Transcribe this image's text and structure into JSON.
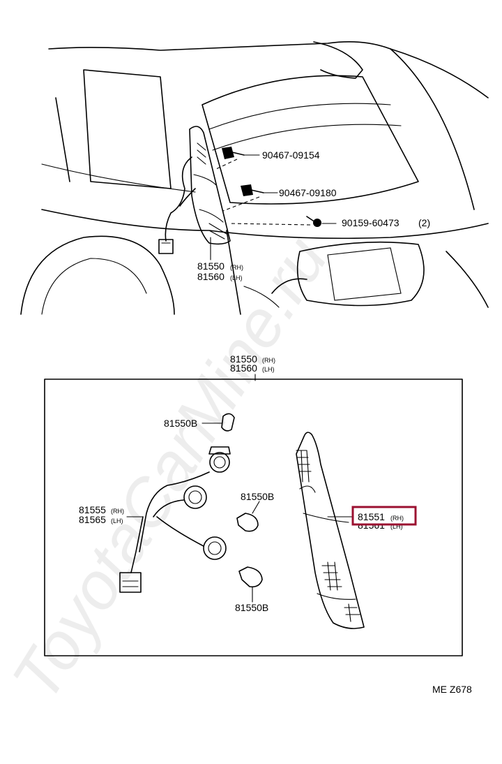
{
  "watermark": "ToyotaCarMine.ru",
  "figure_code": "ME  Z678",
  "highlight_color": "#9b1030",
  "upper_view": {
    "callouts": [
      {
        "part": "90467-09154",
        "qty": ""
      },
      {
        "part": "90467-09180",
        "qty": ""
      },
      {
        "part": "90159-60473",
        "qty": "(2)"
      }
    ],
    "assembly": {
      "rh": "81550",
      "rh_suffix": "(RH)",
      "lh": "81560",
      "lh_suffix": "(LH)"
    }
  },
  "detail_view": {
    "assembly": {
      "rh": "81550",
      "rh_suffix": "(RH)",
      "lh": "81560",
      "lh_suffix": "(LH)"
    },
    "bulbs": [
      "81550B",
      "81550B",
      "81550B"
    ],
    "socket_wire": {
      "rh": "81555",
      "rh_suffix": "(RH)",
      "lh": "81565",
      "lh_suffix": "(LH)"
    },
    "lens": {
      "rh": "81551",
      "rh_suffix": "(RH)",
      "lh": "81561",
      "lh_suffix": "(LH)"
    }
  }
}
